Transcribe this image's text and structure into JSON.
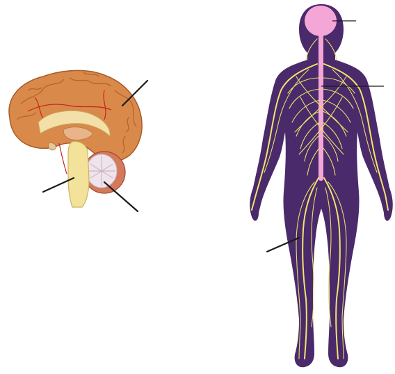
{
  "figure": {
    "panels": [
      "brain-sagittal-section",
      "human-nervous-system"
    ],
    "labels": [],
    "colors": {
      "body": "#4a2a6a",
      "nerves": "#f0e46e",
      "brain_highlight": "#f4a6d6",
      "spinal_cord": "#f4a6d6",
      "cortex": "#d98a4a",
      "cerebellum": "#e9d9e4",
      "brainstem": "#f2e29a",
      "leader_lines": "#1a1a1a"
    },
    "leader_line_count": 6
  }
}
